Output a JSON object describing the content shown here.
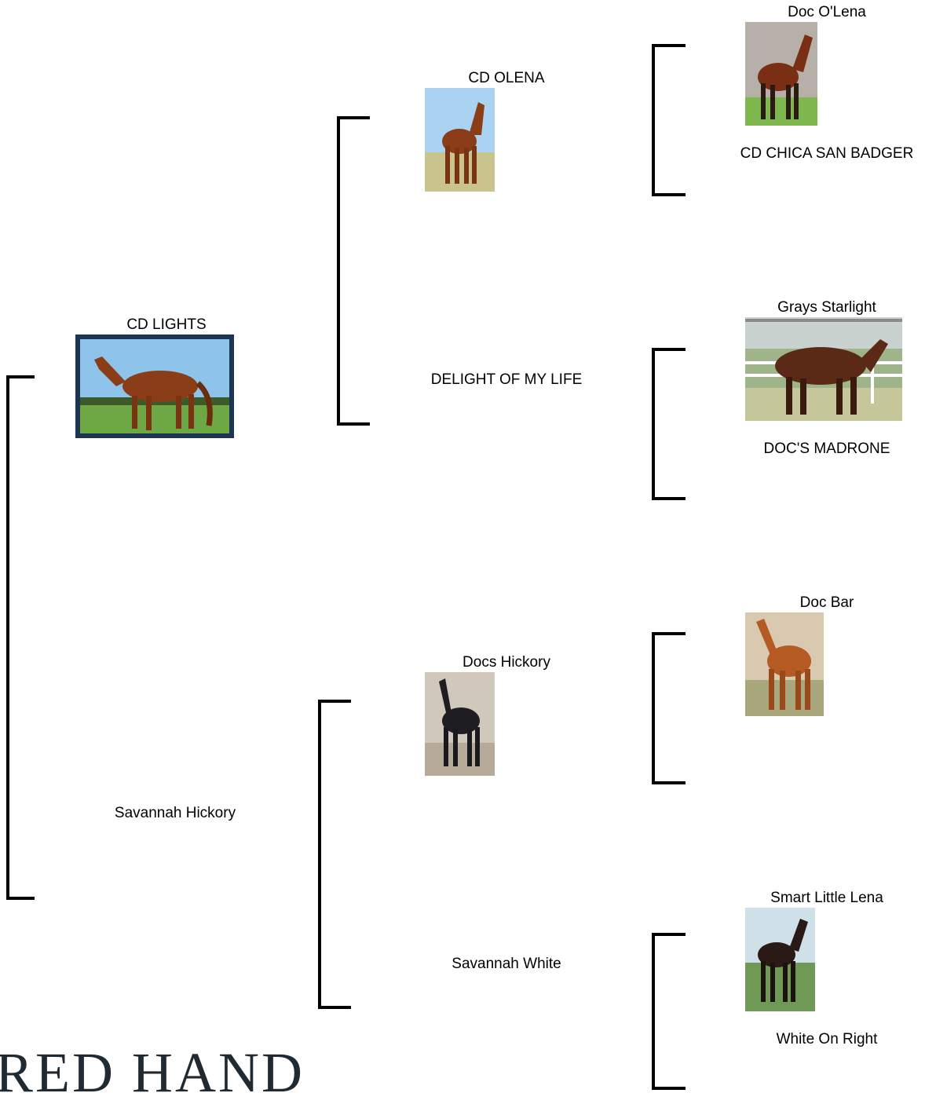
{
  "pedigree": {
    "subject": {
      "name": "CD LIGHTS"
    },
    "sire": {
      "name": "CD OLENA"
    },
    "dam": {
      "name": "Savannah Hickory"
    },
    "sire_sire": {
      "name": "Doc O'Lena"
    },
    "sire_dam": {
      "name": "DELIGHT OF MY LIFE"
    },
    "dam_sire": {
      "name": "Docs Hickory"
    },
    "dam_dam": {
      "name": "Savannah White"
    },
    "ss_dam": {
      "name": "CD CHICA SAN BADGER"
    },
    "sd_sire": {
      "name": "Grays Starlight"
    },
    "sd_dam": {
      "name": "DOC'S MADRONE"
    },
    "ds_sire": {
      "name": "Doc Bar"
    },
    "dd_sire": {
      "name": "Smart Little Lena"
    },
    "dd_dam": {
      "name": "White On Right"
    }
  },
  "logo": {
    "text": "RED HAND"
  },
  "colors": {
    "bracket": "#000000",
    "text": "#000000",
    "logo": "#1f2a33"
  }
}
